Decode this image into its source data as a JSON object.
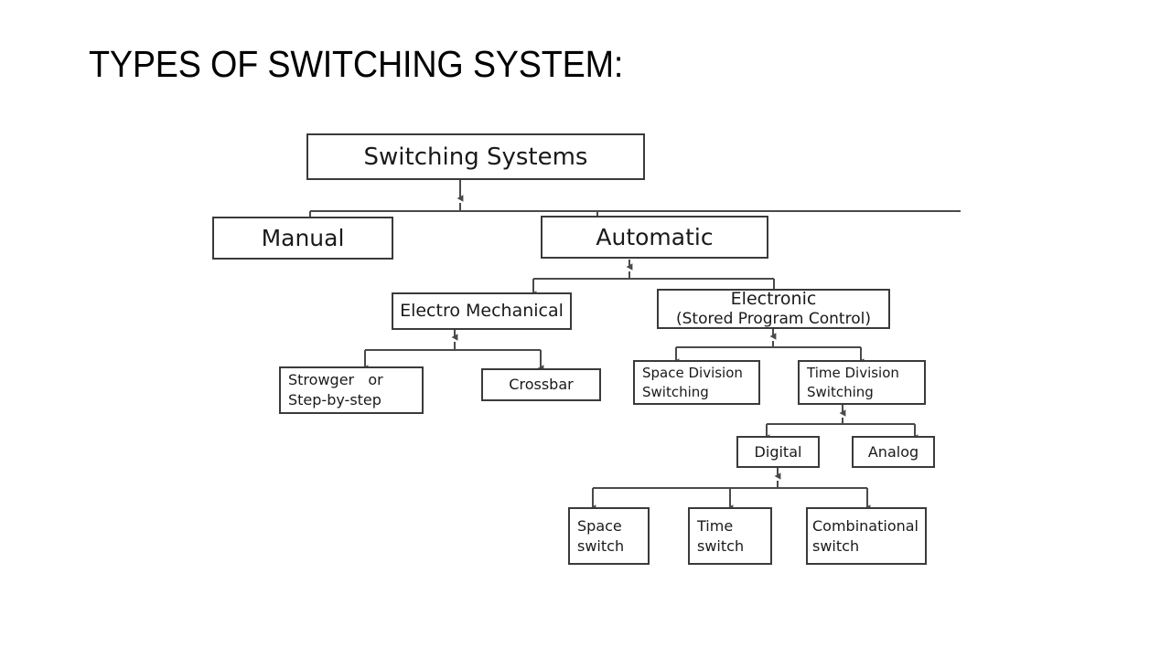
{
  "slide": {
    "title": "TYPES OF SWITCHING SYSTEM:",
    "background_color": "#ffffff",
    "text_color": "#000000"
  },
  "diagram": {
    "type": "tree-hierarchy",
    "box_border_color": "#3a3a3a",
    "connector_color": "#4a4a4a",
    "nodes": [
      {
        "id": "switching-systems",
        "lines": [
          "Switching Systems"
        ],
        "align": "center"
      },
      {
        "id": "manual",
        "lines": [
          "Manual"
        ],
        "align": "center"
      },
      {
        "id": "automatic",
        "lines": [
          "Automatic"
        ],
        "align": "center"
      },
      {
        "id": "electro-mechanical",
        "lines": [
          "Electro Mechanical"
        ],
        "align": "center"
      },
      {
        "id": "electronic",
        "lines": [
          "Electronic",
          "(Stored Program Control)"
        ],
        "align": "center"
      },
      {
        "id": "strowger",
        "lines": [
          "Strowger   or",
          "Step-by-step"
        ],
        "align": "left"
      },
      {
        "id": "crossbar",
        "lines": [
          "Crossbar"
        ],
        "align": "center"
      },
      {
        "id": "space-division",
        "lines": [
          "Space Division",
          "Switching"
        ],
        "align": "left"
      },
      {
        "id": "time-division",
        "lines": [
          "Time Division",
          "Switching"
        ],
        "align": "left"
      },
      {
        "id": "digital",
        "lines": [
          "Digital"
        ],
        "align": "center"
      },
      {
        "id": "analog",
        "lines": [
          "Analog"
        ],
        "align": "center"
      },
      {
        "id": "space-switch",
        "lines": [
          "Space",
          "switch"
        ],
        "align": "left"
      },
      {
        "id": "time-switch",
        "lines": [
          "Time",
          "switch"
        ],
        "align": "left"
      },
      {
        "id": "combinational-switch",
        "lines": [
          "Combinational",
          "switch"
        ],
        "align": "left"
      }
    ],
    "edges": [
      {
        "from": "switching-systems",
        "to": [
          "manual",
          "automatic"
        ]
      },
      {
        "from": "automatic",
        "to": [
          "electro-mechanical",
          "electronic"
        ]
      },
      {
        "from": "electro-mechanical",
        "to": [
          "strowger",
          "crossbar"
        ]
      },
      {
        "from": "electronic",
        "to": [
          "space-division",
          "time-division"
        ]
      },
      {
        "from": "time-division",
        "to": [
          "digital",
          "analog"
        ]
      },
      {
        "from": "digital",
        "to": [
          "space-switch",
          "time-switch",
          "combinational-switch"
        ]
      }
    ]
  },
  "text": {
    "switching_systems": {
      "l0": "Switching Systems"
    },
    "manual": {
      "l0": "Manual"
    },
    "automatic": {
      "l0": "Automatic"
    },
    "electro_mechanical": {
      "l0": "Electro Mechanical"
    },
    "electronic": {
      "l0": "Electronic",
      "l1": "(Stored Program Control)"
    },
    "strowger": {
      "l0": "Strowger   or",
      "l1": "Step-by-step"
    },
    "crossbar": {
      "l0": "Crossbar"
    },
    "space_division": {
      "l0": "Space Division",
      "l1": "Switching"
    },
    "time_division": {
      "l0": "Time Division",
      "l1": "Switching"
    },
    "digital": {
      "l0": "Digital"
    },
    "analog": {
      "l0": "Analog"
    },
    "space_switch": {
      "l0": "Space",
      "l1": "switch"
    },
    "time_switch": {
      "l0": "Time",
      "l1": "switch"
    },
    "combinational_switch": {
      "l0": "Combinational",
      "l1": "switch"
    }
  }
}
